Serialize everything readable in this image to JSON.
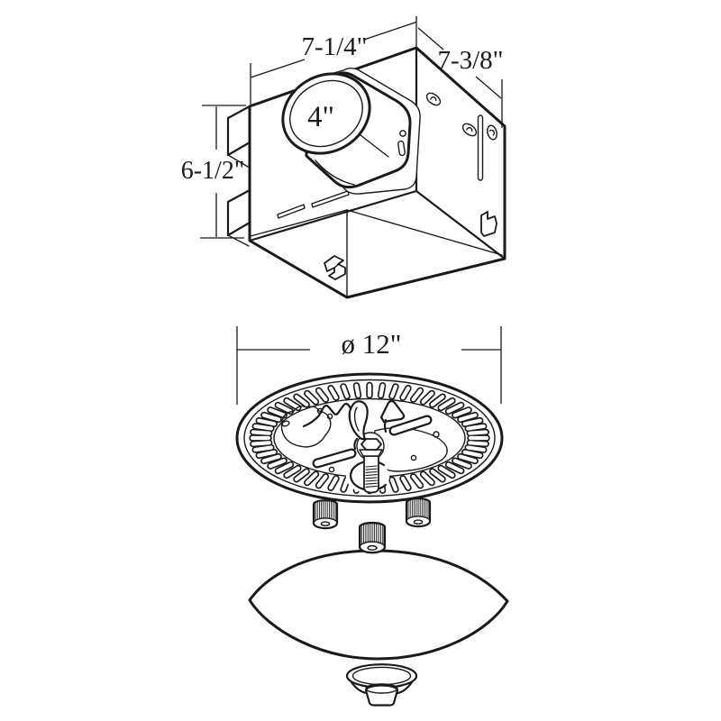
{
  "drawing": {
    "background": "#ffffff",
    "line_color": "#1a1a1a",
    "dimension_labels": {
      "housing_width": "7-1/4\"",
      "housing_depth": "7-3/8\"",
      "housing_height": "6-1/2\"",
      "duct_diameter": "4\"",
      "grille_diameter": "ø 12\""
    },
    "grille_slot_count": 56
  }
}
